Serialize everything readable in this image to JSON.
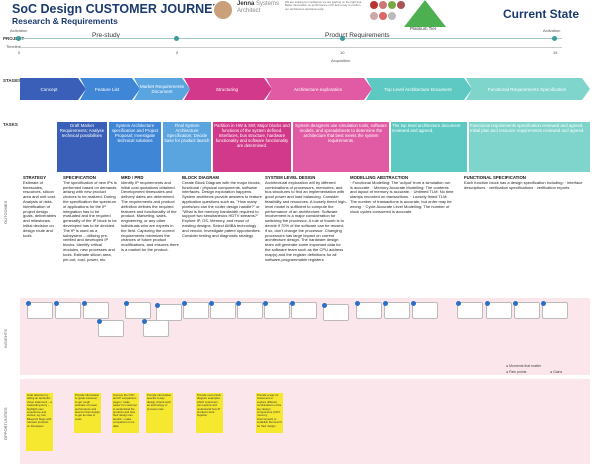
{
  "header": {
    "title": "SoC Design CUSTOMER JOURNEY",
    "subtitle": "Research & Requirements",
    "state": "Current State"
  },
  "persona": {
    "name": "Jenna",
    "role_line1": "Systems",
    "role_line2": "Architect",
    "quote": "We are looking for confidence we are starting on the right foot. Better information on performance of IP and a way to confirm our architecture decisions early.",
    "platform_label": "Platinum Tier"
  },
  "timeline": {
    "project_label": "PROJECT",
    "timeline_label": "Timeline",
    "activation_left": "Activation",
    "activation_right": "Activation",
    "acquisition": "Acquisition",
    "ticks": [
      "0",
      "5",
      "10",
      "15"
    ],
    "phases": [
      "Pre-study",
      "Product Requirements"
    ]
  },
  "sections": {
    "stages": "STAGES",
    "tasks": "TASKS",
    "outcomes": "OUTCOMES",
    "insights": "INSIGHTS",
    "opportunities": "OPPORTUNITIES"
  },
  "stages": [
    "Concept",
    "Feature List",
    "Market Requirements Document",
    "Structuring",
    "Architecture exploration",
    "Top Level Architecture Document",
    "Functional Requirements Specification"
  ],
  "tasks": [
    "Draft Market Requirements; Analyse technical possibilities",
    "System Architecture specification and Project Proposal; Investigate technical solutions",
    "Final System Architecture Specification; Decide base for product launch",
    "Partition in HW & SW; Major blocks and functions of the system defined. Interfaces, bus structure, hardware functionality and software functionality are determined.",
    "System designers use simulation tools, software models, and spreadsheets to determine the architecture that best meets the system requirements.",
    "The top level architecture document reviewed and agreed.",
    "Functional requirements specification reviewed and agreed. Initial plan and resource requirements reviewed and agreed."
  ],
  "outcomes": [
    {
      "title": "STRATEGY",
      "text": "Estimate of timescales, resources, silicon area and unit cost. Analysis of risks. Identification of project design goals, deliverables and milestones. Initial decision on design route and tools"
    },
    {
      "title": "SPECIFICATION",
      "text": "The specification of new IPs is performed based on demands arising with new product choices to be realized. During the specification the spectrum of applications for the IP integration has to be evaluated and the required generality of the IP block to be developed has to be decided. The IP is used as a subsystem – utilising pre-verified and developed IP blocks. Identify critical modules, new processes and tools. Estimate silicon area, pin-out, cost, power, etc."
    },
    {
      "title": "MRD / PRD",
      "text": "Identify IP requirements and initial cost quotations obtained. Development timescales and delivery dates are determined. The requirements and product definition defines the required features and functionality of the product. Marketing, sales, engineering, or any other individuals who are experts in the field. Capturing the correct requirements minimizes the chances of future product modifications, and ensures there is a market for the product."
    },
    {
      "title": "BLOCK DIAGRAM",
      "text": "Create Block Diagram with the major blocks, functional / physical components, software interfaces. Design exploration happens. System architects provide answers to feature application questions such as, \"How many pixels/sec can the router design handle?\" or \"What is the memory bandwidth required to support two simultaneous HDTV streams?\" Explore IP, OS, Memory, and reuse of existing designs. Select AMBA technology and vendor. Investigate patent opportunities. Consider testing and diagnostic strategy"
    },
    {
      "title": "SYSTEM LEVEL DESIGN",
      "text": "Architectural exploration will try different combinations of processors, memories, and bus structures to find an implementation with good power and load balancing. Consider feasibility and resources. A loosely timed high-level model is sufficient to compute the performance of an architecture. Software involvement is a major consideration for switching the processor. A rule of thumb is to decide if 70% of the software can be reused; if so, don't change the processor. Changing processors has large impact on current architecture design. The hardware design team will generate some important data for the software team such as the CPU address map(s) and the register definitions for all software-programmable registers"
    },
    {
      "title": "MODELLING ABSTRACTION",
      "text": "· Functional Modelling: The 'output' from a simulation run is accurate. · Memory Accurate Modelling: The contents and layout of memory is accurate. · Untimed TLM: No time stamps recorded on transactions. · Loosely timed TLM: The number of transactions is accurate, but order may be wrong. · Cycle Accurate Level Modelling: The number of clock cycles consumed is accurate."
    },
    {
      "title": "FUNCTIONAL SPECIFICATION",
      "text": "Each function block has a design specification including: · interface descriptions · verification specifications · verification reports"
    }
  ],
  "opportunities": [
    "Grab attention by telling an authentic vision statement – a captivating story – highlight user experience and stories; eg; lots Blueprint blogs with relevant products on Developer",
    "Provide information to guide customer to get rough estimate of power, performance and area for their design to get an idea of costs",
    "Improve the CPU and IP comparison pages / make easier for customer to understand the products and how their design can benefit – make comparison to be data",
    "Provide information specific to key design criteria such as technology or process node",
    "Provide more block diagram examples which customers can explore and understand how IP products work together",
    "Provide a way for customers to explore different combinations of the key design components (CPU, memory, interconnect) to establish the best fit for their design"
  ],
  "legend": {
    "item1": "Moments that matter",
    "item2": "Pain points",
    "item3": "Gains"
  },
  "colors": {
    "concept": "#3a5fb8",
    "feature": "#3f86d6",
    "market": "#5aa4e0",
    "structuring": "#d2398a",
    "architecture": "#e05ba4",
    "toplevel": "#5ec9c2",
    "functional": "#7fd4cc"
  }
}
